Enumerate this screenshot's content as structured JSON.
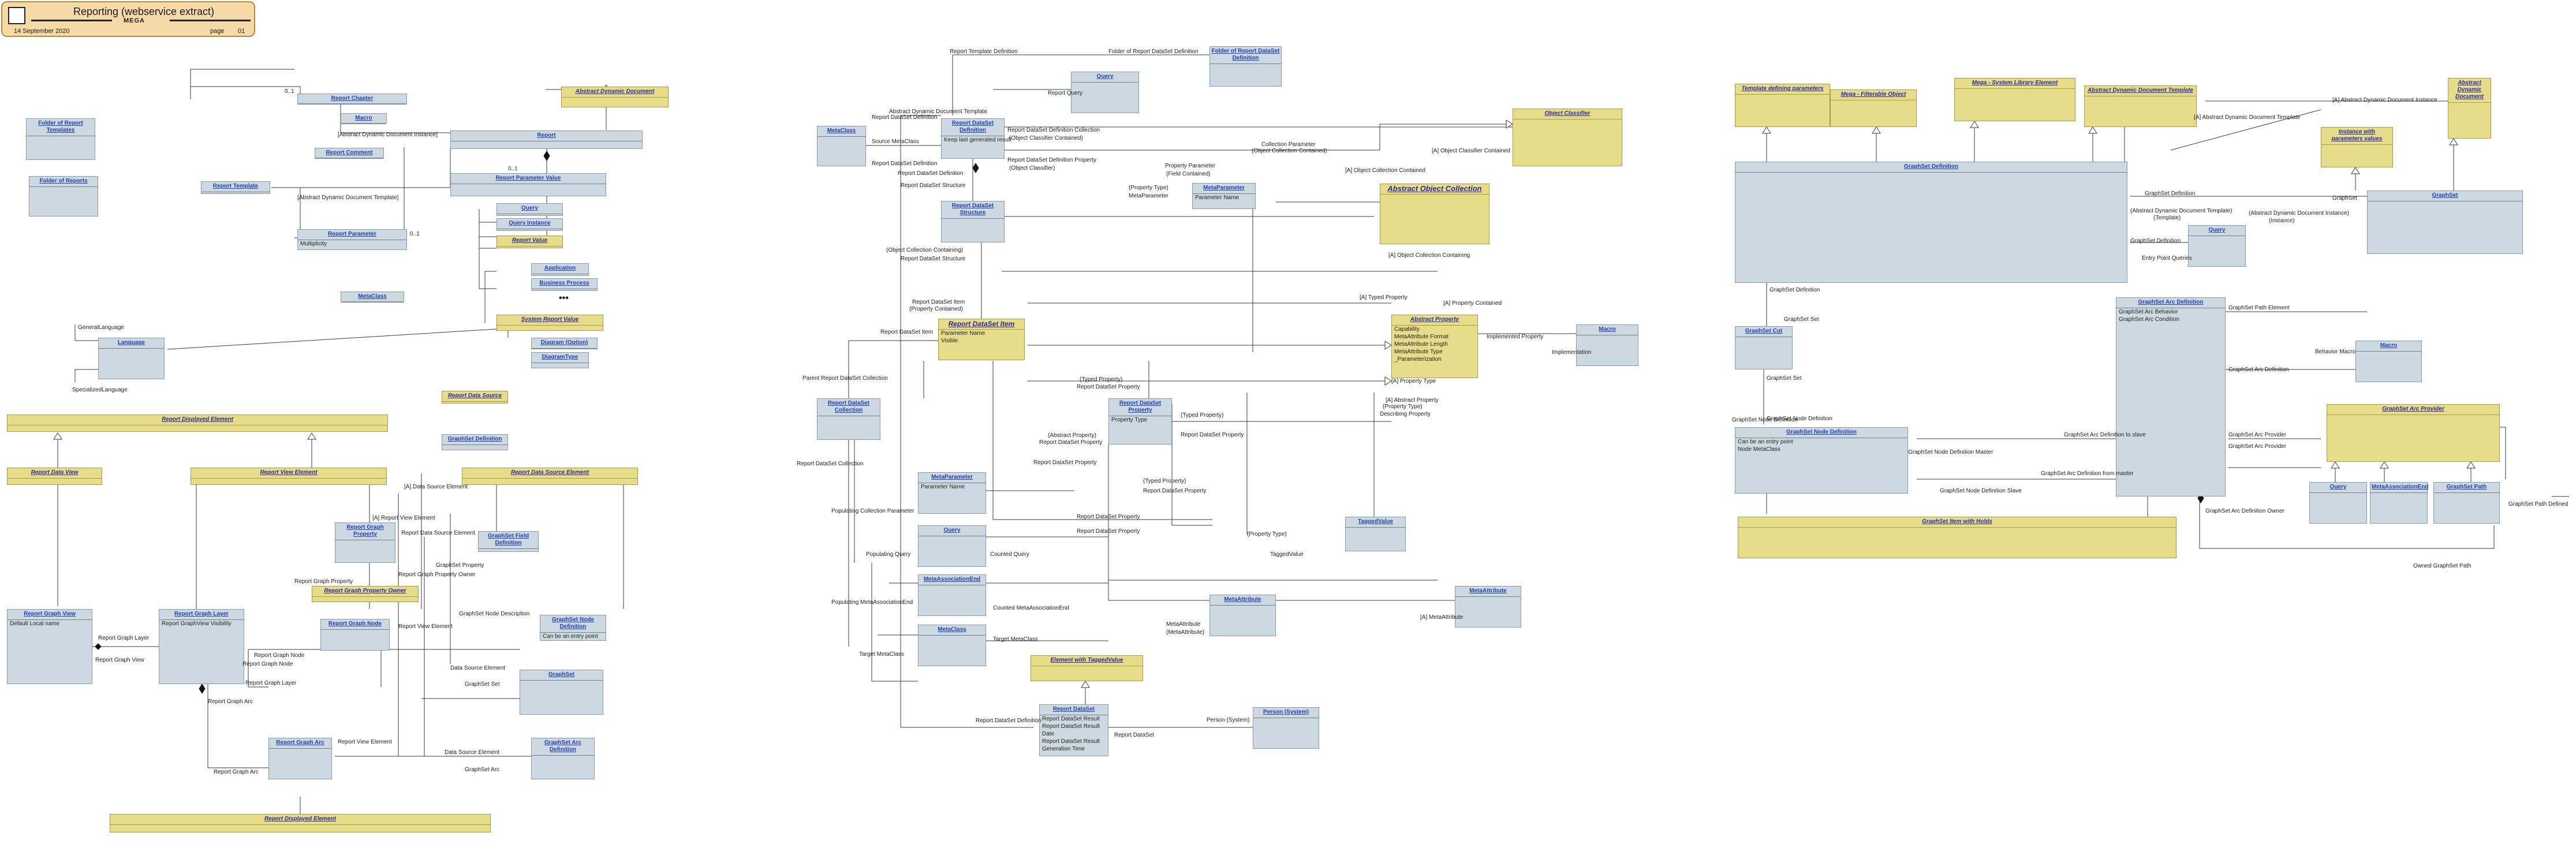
{
  "header": {
    "title": "Reporting (webservice extract)",
    "date": "14 September 2020",
    "brand": "MEGA",
    "page_label": "page",
    "page_number": "01"
  },
  "classes": {
    "report_chapter": {
      "name": "Report Chapter"
    },
    "macro_top": {
      "name": "Macro"
    },
    "report_comment": {
      "name": "Report Comment"
    },
    "report_template": {
      "name": "Report Template"
    },
    "report_parameter": {
      "name": "Report Parameter",
      "attr": "Multiplicity"
    },
    "metaclass_left": {
      "name": "MetaClass"
    },
    "folder_report_templates": {
      "name": "Folder of Report Templates"
    },
    "folder_reports": {
      "name": "Folder of Reports"
    },
    "abs_dynamic_doc_a": {
      "name": "Abstract Dynamic Document"
    },
    "report": {
      "name": "Report"
    },
    "report_parameter_value": {
      "name": "Report Parameter Value"
    },
    "query_a": {
      "name": "Query"
    },
    "query_instance": {
      "name": "Query Instance"
    },
    "report_value": {
      "name": "Report Value"
    },
    "application": {
      "name": "Application"
    },
    "business_process": {
      "name": "Business Process"
    },
    "system_report_value": {
      "name": "System Report Value"
    },
    "language": {
      "name": "Language"
    },
    "diagram_option": {
      "name": "Diagram (Option)"
    },
    "diagram_type": {
      "name": "DiagramType"
    },
    "report_data_source": {
      "name": "Report Data Source"
    },
    "graphset_definition_s": {
      "name": "GraphSet Definition"
    },
    "report_displayed_element_top": {
      "name": "Report Displayed Element"
    },
    "report_data_view": {
      "name": "Report Data View"
    },
    "report_view_element": {
      "name": "Report View Element"
    },
    "report_data_source_element": {
      "name": "Report Data Source Element"
    },
    "report_graph_property": {
      "name": "Report Graph Property"
    },
    "graphset_field_definition": {
      "name": "GraphSet Field Definition"
    },
    "report_graph_property_owner": {
      "name": "Report Graph Property Owner"
    },
    "report_graph_view": {
      "name": "Report Graph View",
      "attr": "Default Local name"
    },
    "report_graph_layer": {
      "name": "Report Graph Layer",
      "attr": "Report GraphView Visibility"
    },
    "report_graph_node": {
      "name": "Report Graph Node"
    },
    "graphset_node_definition_s": {
      "name": "GraphSet Node Definition",
      "attr": "Can be an entry point"
    },
    "graphset_s": {
      "name": "GraphSet"
    },
    "report_graph_arc": {
      "name": "Report Graph Arc"
    },
    "graphset_arc_definition_s": {
      "name": "GraphSet Arc Definition"
    },
    "report_displayed_element_bot": {
      "name": "Report Displayed Element"
    },
    "folder_dataset_def": {
      "name": "Folder of Report DataSet Definition"
    },
    "query_mid": {
      "name": "Query"
    },
    "metaclass_mid": {
      "name": "MetaClass"
    },
    "report_dataset_definition": {
      "name": "Report DataSet Definition",
      "attr": "Keep last generated result"
    },
    "report_dataset_structure": {
      "name": "Report DataSet Structure"
    },
    "metaparameter_a": {
      "name": "MetaParameter",
      "attr": "Parameter Name"
    },
    "object_classifier": {
      "name": "Object Classifier"
    },
    "abs_object_collection": {
      "name": "Abstract Object Collection"
    },
    "report_dataset_item": {
      "name": "Report DataSet Item",
      "attrs": [
        "Parameter Name",
        "Visible"
      ]
    },
    "abstract_property": {
      "name": "Abstract Property",
      "attrs": [
        "Capability",
        "MetaAttribute Format",
        "MetaAttribute Length",
        "MetaAttribute Type",
        "_ParameterIzation"
      ]
    },
    "macro_mid": {
      "name": "Macro"
    },
    "report_dataset_collection": {
      "name": "Report DataSet Collection"
    },
    "report_dataset_property": {
      "name": "Report DataSet Property",
      "attr": "Property Type"
    },
    "metaparameter_b": {
      "name": "MetaParameter",
      "attr": "Parameter Name"
    },
    "query_b": {
      "name": "Query"
    },
    "metaassociationend": {
      "name": "MetaAssociationEnd"
    },
    "metaclass_bot": {
      "name": "MetaClass"
    },
    "taggedvalue": {
      "name": "TaggedValue"
    },
    "metaattribute_a": {
      "name": "MetaAttribute"
    },
    "metaattribute_b": {
      "name": "MetaAttribute"
    },
    "element_tagged_value": {
      "name": "Element with TaggedValue"
    },
    "report_dataset": {
      "name": "Report DataSet",
      "attrs": [
        "Report DataSet Result",
        "Report DataSet Result",
        "Date",
        "Report DataSet Result",
        "Generation Time"
      ]
    },
    "person_system": {
      "name": "Person (System)"
    },
    "template_defining_params": {
      "name": "Template defining parameters"
    },
    "mega_filterable_object": {
      "name": "Mega - Filterable Object"
    },
    "mega_system_library": {
      "name": "Mega - System Library Element"
    },
    "abs_dynamic_doc_template": {
      "name": "Abstract Dynamic Document Template"
    },
    "abs_dynamic_doc_b": {
      "name": "Abstract Dynamic Document"
    },
    "instance_param_values": {
      "name": "Instance with parameters values"
    },
    "graphset_definition_r": {
      "name": "GraphSet Definition"
    },
    "query_right": {
      "name": "Query"
    },
    "graphset_r": {
      "name": "GraphSet"
    },
    "graphset_cut": {
      "name": "GraphSet Cut"
    },
    "graphset_arc_definition_r": {
      "name": "GraphSet Arc Definition",
      "attrs": [
        "GraphSet Arc Behavior",
        "GraphSet Arc Condition"
      ]
    },
    "macro_right": {
      "name": "Macro"
    },
    "graphset_node_definition_r": {
      "name": "GraphSet Node Definition",
      "attrs": [
        "Can be an entry point",
        "Node MetaClass"
      ]
    },
    "graphset_arc_provider": {
      "name": "GraphSet Arc Provider"
    },
    "query_br": {
      "name": "Query"
    },
    "metaassociation_end_r": {
      "name": "MetaAssociationEnd"
    },
    "graphset_path": {
      "name": "GraphSet Path"
    },
    "graphset_item_holder": {
      "name": "GraphSet Item with Holds"
    }
  },
  "labels": {
    "l1": "0..1",
    "l2": "[Abstract Dynamic Document Instance]",
    "l3": "[Abstract Dynamic Document Template]",
    "l4": "0..1",
    "l5": "0..1",
    "l6": "GeneralLanguage",
    "l7": "SpecializedLanguage",
    "l8": "[A] Data Source Element",
    "l9": "[A] Report View Element",
    "l10": "Report Data Source Element",
    "l11": "Report Graph Property Owner",
    "l12": "Report Graph Property",
    "l13": "GraphSet Property",
    "l14": "Report Graph Layer",
    "l15": "Report Graph View",
    "l16": "Report Graph Node",
    "l17": "Report View Element",
    "l18": "GraphSet Node Description",
    "l19": "Report Graph Node",
    "l20": "Data Source Element",
    "l21": "GraphSet Set",
    "l22": "Report Graph Layer",
    "l23": "Report Graph Arc",
    "l24": "Report View Element",
    "l25": "Data Source Element",
    "l26": "Report Graph Arc",
    "l27": "GraphSet Arc",
    "m1": "Report Template Definition",
    "m2": "Folder of Report DataSet Definition",
    "m3": "Report Query",
    "m4": "Abstract Dynamic Document Template",
    "m5": "Report DataSet Definition",
    "m6": "Source MetaClass",
    "m7": "Report DataSet Definition Collection",
    "m8": "(Object Classifier Contained)",
    "m9": "Report DataSet Definition Property",
    "m10": "(Object Classifier)",
    "m11": "Report DataSet Definition",
    "m12": "Report DataSet Definition",
    "m13": "Report DataSet Structure",
    "m14": "Property Parameter",
    "m15": "(Field Contained)",
    "m16": "(Property Type)",
    "m17": "MetaParameter",
    "m18": "Collection Parameter",
    "m19": "(Object Collection Contained)",
    "m20": "[A] Object Classifier Contained",
    "m21": "[A] Object Collection Contained",
    "m22": "(Object Collection Containing)",
    "m23": "Report DataSet Structure",
    "m24": "[A] Object Collection Containing",
    "m25": "Report DataSet Item",
    "m26": "(Property Contained)",
    "m27": "Report DataSet Item",
    "m28": "[A] Typed Property",
    "m29": "[A] Property Contained",
    "m30": "Implemented Property",
    "m31": "Implementation",
    "m32": "Parent Report DataSet Collection",
    "m33": "[A] Property Type",
    "m34": "(Typed Property)",
    "m35": "Report DataSet Property",
    "m36": "[A] Abstract Property",
    "m37": "(Property Type)",
    "m38": "Describing Property",
    "m39": "(Typed Property)",
    "m40": "Report DataSet Property",
    "m41": "(Abstract Property)",
    "m42": "Report DataSet Property",
    "m43": "Report DataSet Property",
    "m44": "(Typed Property)",
    "m45": "Report DataSet Property",
    "m46": "Report DataSet Collection",
    "m47": "Populating Collection Parameter",
    "m48": "Report DataSet Property",
    "m49": "(Property Type)",
    "m50": "TaggedValue",
    "m51": "Populating Query",
    "m52": "Counted Query",
    "m53": "Report DataSet Property",
    "m54": "Populating MetaAssociationEnd",
    "m55": "Counted MetaAssociationEnd",
    "m56": "MetaAttribute",
    "m57": "(MetaAttribute)",
    "m58": "[A] MetaAttribute",
    "m59": "Target MetaClass",
    "m60": "Target MetaClass",
    "m61": "Person (System)",
    "m62": "Report DataSet",
    "m63": "Report DataSet Definition",
    "r1": "[A] Abstract Dynamic Document Instance",
    "r2": "[A] Abstract Dynamic Document Template",
    "r3": "GraphSet",
    "r4": "GraphSet Definition",
    "r5": "(Abstract Dynamic Document Template)",
    "r6": "(Template)",
    "r7": "(Abstract Dynamic Document Instance)",
    "r8": "(Instance)",
    "r9": "GraphSet Definition",
    "r10": "Entry Point Queries",
    "r11": "GraphSet Path Element",
    "r12": "Behavior Macro",
    "r13": "GraphSet Arc Definition",
    "r14": "GraphSet Node Definition",
    "r15": "GraphSet Arc Definition to slave",
    "r16": "GraphSet Node Definition Master",
    "r17": "GraphSet Arc Provider",
    "r18": "GraphSet Arc Definition from master",
    "r19": "GraphSet Node Definition Slave",
    "r20": "GraphSet Arc Provider",
    "r21": "GraphSet Arc Definition Owner",
    "r22": "Owned GraphSet Path",
    "r23": "GraphSet Path Defined",
    "r24": "GraphSet Definition",
    "r25": "GraphSet Set",
    "r26": "GraphSet Node Definition",
    "r27": "GraphSet Set"
  },
  "colors": {
    "class_fill": "#cdd9e0",
    "abstract_fill": "#e6dc8a",
    "title_fill": "#f5d9a6",
    "name_text": "#1f3fbf"
  }
}
